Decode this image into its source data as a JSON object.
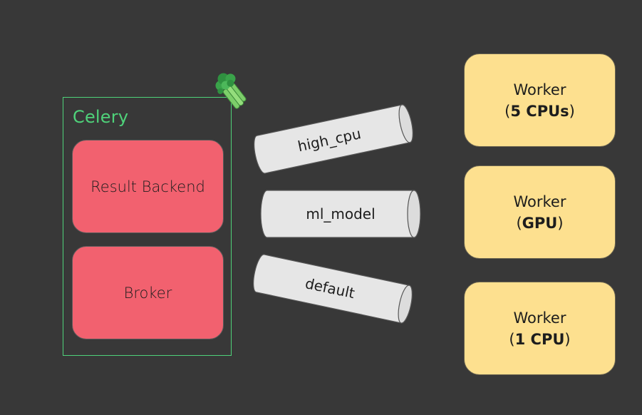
{
  "celery": {
    "title": "Celery",
    "logo_icon": "celery-stalk-icon",
    "color": "#4fd27a"
  },
  "boxes": {
    "result_backend": "Result Backend",
    "broker": "Broker",
    "color": "#f2616f"
  },
  "queues": [
    {
      "label": "high_cpu"
    },
    {
      "label": "ml_model"
    },
    {
      "label": "default"
    }
  ],
  "workers": [
    {
      "title": "Worker",
      "open": "(",
      "resource": "5 CPUs",
      "close": ")"
    },
    {
      "title": "Worker",
      "open": "(",
      "resource": "GPU",
      "close": ")"
    },
    {
      "title": "Worker",
      "open": "(",
      "resource": "1 CPU",
      "close": ")"
    }
  ],
  "colors": {
    "background": "#383838",
    "worker": "#fde08f",
    "queue": "#e6e6e6"
  }
}
